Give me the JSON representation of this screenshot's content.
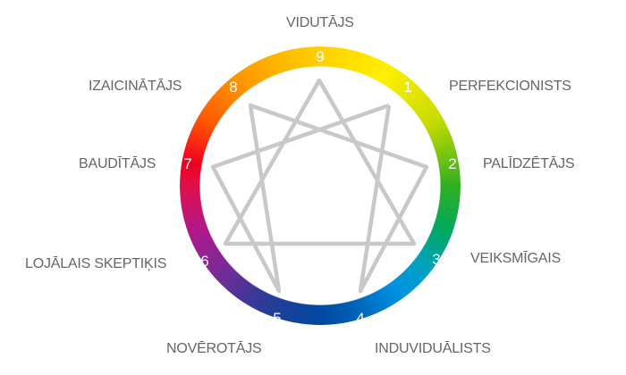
{
  "types": [
    {
      "number": "9",
      "label": "VIDUTĀJS"
    },
    {
      "number": "1",
      "label": "PERFEKCIONISTS"
    },
    {
      "number": "2",
      "label": "PALĪDZĒTĀJS"
    },
    {
      "number": "3",
      "label": "VEIKSMĪGAIS"
    },
    {
      "number": "4",
      "label": "INDUVIDUĀLISTS"
    },
    {
      "number": "5",
      "label": "NOVĒROTĀJS"
    },
    {
      "number": "6",
      "label": "LOJĀLAIS SKEPTIĶIS"
    },
    {
      "number": "7",
      "label": "BAUDĪTĀJS"
    },
    {
      "number": "8",
      "label": "IZAICINĀTĀJS"
    }
  ],
  "line_color": "#c8c8c8",
  "label_color": "#666666"
}
